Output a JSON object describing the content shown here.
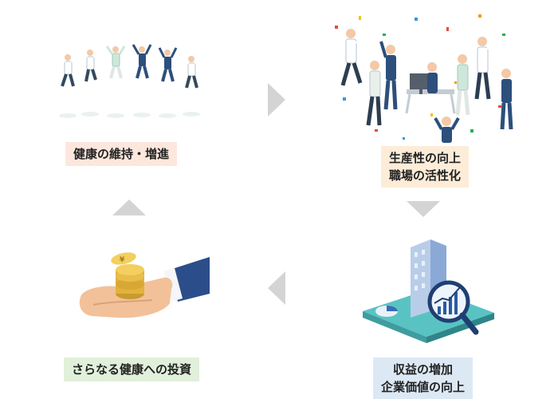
{
  "cycle": {
    "step1": {
      "label": "健康の維持・増進",
      "color": "#fde7dd"
    },
    "step2": {
      "line1": "生産性の向上",
      "line2": "職場の活性化",
      "color": "#fdecd8"
    },
    "step3": {
      "line1": "収益の増加",
      "line2": "企業価値の向上",
      "color": "#dde8f5"
    },
    "step4": {
      "label": "さらなる健康への投資",
      "color": "#e1f0da"
    }
  },
  "illustrations": {
    "step1": "jumping-employees-illustration",
    "step2": "celebrating-office-workers-illustration",
    "step3": "building-growth-chart-magnifier-illustration",
    "step4": "hand-holding-yen-coins-illustration"
  }
}
